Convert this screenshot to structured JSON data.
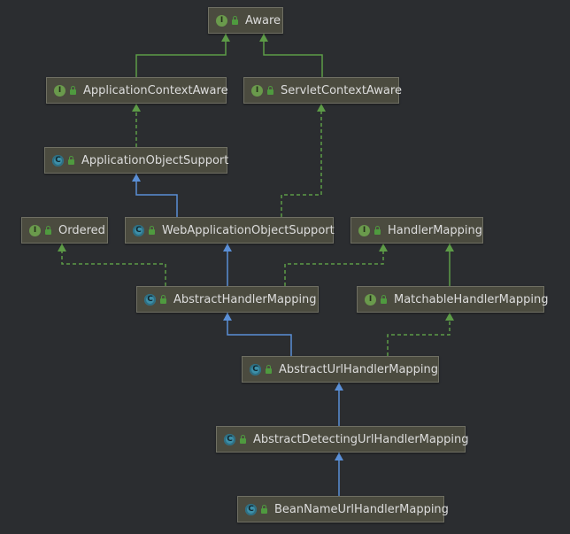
{
  "colors": {
    "background": "#2b2d30",
    "interface_edge": "#5d9b47",
    "class_edge": "#5a8fd6"
  },
  "nodes": {
    "aware": {
      "label": "Aware",
      "kind": "interface",
      "icon": "interface-badge-icon"
    },
    "application_context_aware": {
      "label": "ApplicationContextAware",
      "kind": "interface",
      "icon": "interface-badge-icon"
    },
    "servlet_context_aware": {
      "label": "ServletContextAware",
      "kind": "interface",
      "icon": "interface-badge-icon"
    },
    "application_object_support": {
      "label": "ApplicationObjectSupport",
      "kind": "class",
      "icon": "class-badge-icon"
    },
    "ordered": {
      "label": "Ordered",
      "kind": "interface",
      "icon": "interface-badge-icon"
    },
    "web_application_object_support": {
      "label": "WebApplicationObjectSupport",
      "kind": "class",
      "icon": "class-badge-icon"
    },
    "handler_mapping": {
      "label": "HandlerMapping",
      "kind": "interface",
      "icon": "interface-badge-icon"
    },
    "abstract_handler_mapping": {
      "label": "AbstractHandlerMapping",
      "kind": "class",
      "icon": "class-badge-icon"
    },
    "matchable_handler_mapping": {
      "label": "MatchableHandlerMapping",
      "kind": "interface",
      "icon": "interface-badge-icon"
    },
    "abstract_url_handler_mapping": {
      "label": "AbstractUrlHandlerMapping",
      "kind": "class",
      "icon": "class-badge-icon"
    },
    "abstract_detecting_url_handler_mapping": {
      "label": "AbstractDetectingUrlHandlerMapping",
      "kind": "class",
      "icon": "class-badge-icon"
    },
    "bean_name_url_handler_mapping": {
      "label": "BeanNameUrlHandlerMapping",
      "kind": "class",
      "icon": "class-badge-icon"
    }
  },
  "edges": [
    {
      "from": "application_context_aware",
      "to": "aware",
      "relation": "extends-interface",
      "style": "solid"
    },
    {
      "from": "servlet_context_aware",
      "to": "aware",
      "relation": "extends-interface",
      "style": "solid"
    },
    {
      "from": "application_object_support",
      "to": "application_context_aware",
      "relation": "implements",
      "style": "dashed"
    },
    {
      "from": "web_application_object_support",
      "to": "application_object_support",
      "relation": "extends-class",
      "style": "solid"
    },
    {
      "from": "web_application_object_support",
      "to": "servlet_context_aware",
      "relation": "implements",
      "style": "dashed"
    },
    {
      "from": "abstract_handler_mapping",
      "to": "ordered",
      "relation": "implements",
      "style": "dashed"
    },
    {
      "from": "abstract_handler_mapping",
      "to": "web_application_object_support",
      "relation": "extends-class",
      "style": "solid"
    },
    {
      "from": "abstract_handler_mapping",
      "to": "handler_mapping",
      "relation": "implements",
      "style": "dashed"
    },
    {
      "from": "matchable_handler_mapping",
      "to": "handler_mapping",
      "relation": "extends-interface",
      "style": "solid"
    },
    {
      "from": "abstract_url_handler_mapping",
      "to": "abstract_handler_mapping",
      "relation": "extends-class",
      "style": "solid"
    },
    {
      "from": "abstract_url_handler_mapping",
      "to": "matchable_handler_mapping",
      "relation": "implements",
      "style": "dashed"
    },
    {
      "from": "abstract_detecting_url_handler_mapping",
      "to": "abstract_url_handler_mapping",
      "relation": "extends-class",
      "style": "solid"
    },
    {
      "from": "bean_name_url_handler_mapping",
      "to": "abstract_detecting_url_handler_mapping",
      "relation": "extends-class",
      "style": "solid"
    }
  ]
}
